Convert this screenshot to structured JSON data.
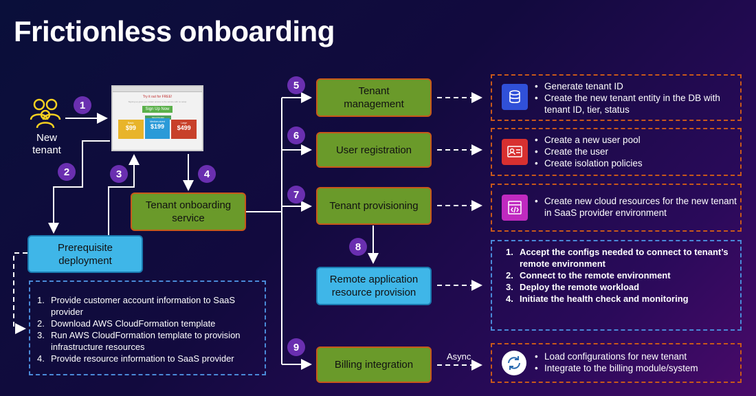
{
  "title": "Frictionless onboarding",
  "new_tenant": {
    "line1": "New",
    "line2": "tenant"
  },
  "browser": {
    "heading": "Try it out for FREE!",
    "subtext": "Signing up gives you instant access to the service with no setup",
    "signup": "Sign Up Now",
    "popular": "Most Popular",
    "tiers": [
      {
        "name": "Basic",
        "price": "$99",
        "color": "#e8b42a"
      },
      {
        "name": "Medium-sized",
        "price": "$199",
        "color": "#2a9ad8"
      },
      {
        "name": "Large",
        "price": "$499",
        "color": "#c8402a"
      }
    ]
  },
  "steps": [
    "1",
    "2",
    "3",
    "4",
    "5",
    "6",
    "7",
    "8",
    "9"
  ],
  "prereq": {
    "line1": "Prerequisite",
    "line2": "deployment"
  },
  "prereq_list": [
    {
      "n": "1.",
      "text": "Provide customer account information to SaaS provider"
    },
    {
      "n": "2.",
      "text": "Download AWS CloudFormation template"
    },
    {
      "n": "3.",
      "text": "Run AWS CloudFormation template to provision infrastructure resources"
    },
    {
      "n": "4.",
      "text": "Provide resource information to SaaS provider"
    }
  ],
  "onboarding": {
    "line1": "Tenant onboarding",
    "line2": "service"
  },
  "tenant_mgmt": {
    "line1": "Tenant",
    "line2": "management"
  },
  "user_reg": "User registration",
  "tenant_prov": "Tenant provisioning",
  "remote": {
    "line1": "Remote application",
    "line2": "resource provision"
  },
  "billing": "Billing integration",
  "async_label": "Async",
  "mgmt_list": [
    "Generate tenant ID",
    "Create the new tenant entity in the DB with tenant ID, tier, status"
  ],
  "reg_list": [
    "Create a new user pool",
    "Create the user",
    "Create isolation policies"
  ],
  "prov_list": [
    "Create new cloud resources for the new tenant in SaaS provider environment"
  ],
  "remote_list": [
    {
      "n": "1.",
      "text": "Accept the configs needed to connect to tenant’s remote environment"
    },
    {
      "n": "2.",
      "text": "Connect to the remote environment"
    },
    {
      "n": "3.",
      "text": "Deploy the remote workload"
    },
    {
      "n": "4.",
      "text": "Initiate the health check and monitoring"
    }
  ],
  "billing_list": [
    "Load configurations for new tenant",
    "Integrate to the billing module/system"
  ],
  "colors": {
    "green": "#6a9a2a",
    "blue": "#3fb6e8",
    "orange": "#c8581a",
    "purple": "#6a2fb0"
  }
}
